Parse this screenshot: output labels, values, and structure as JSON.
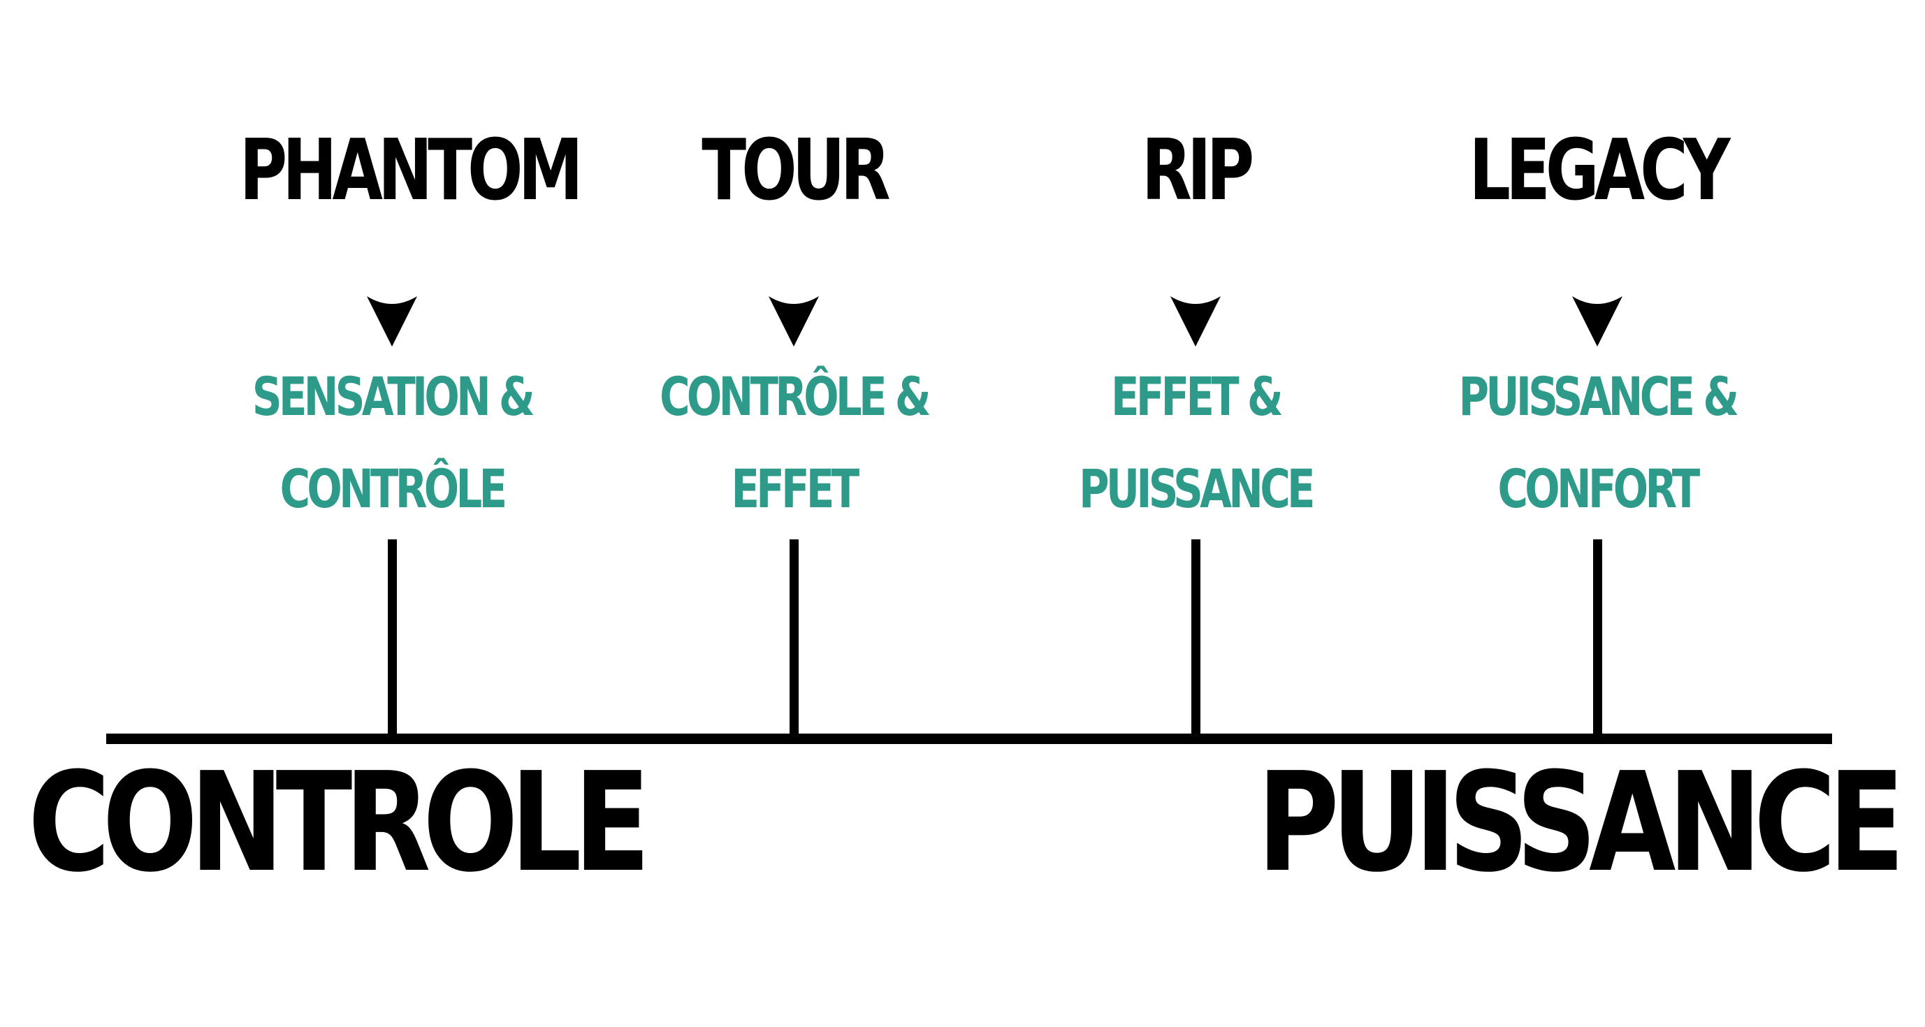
{
  "colors": {
    "text": "#000000",
    "accent": "#2e9a8a",
    "background": "#ffffff"
  },
  "axis": {
    "left_label": "CONTROLE",
    "right_label": "PUISSANCE"
  },
  "products": [
    {
      "name": "PHANTOM",
      "desc_line1": "SENSATION &",
      "desc_line2": "CONTRÔLE",
      "icon": "arrow-down-icon"
    },
    {
      "name": "TOUR",
      "desc_line1": "CONTRÔLE &",
      "desc_line2": "EFFET",
      "icon": "arrow-down-icon"
    },
    {
      "name": "RIP",
      "desc_line1": "EFFET &",
      "desc_line2": "PUISSANCE",
      "icon": "arrow-down-icon"
    },
    {
      "name": "LEGACY",
      "desc_line1": "PUISSANCE &",
      "desc_line2": "CONFORT",
      "icon": "arrow-down-icon"
    }
  ]
}
